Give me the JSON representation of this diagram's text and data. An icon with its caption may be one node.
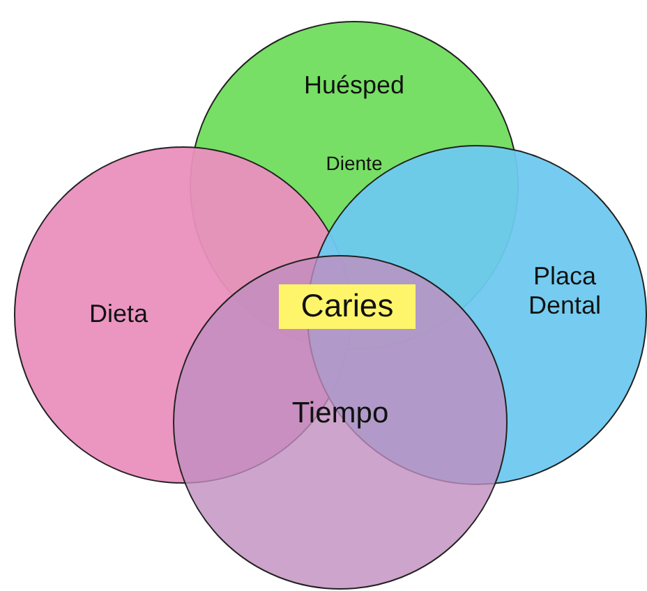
{
  "diagram": {
    "nodes": [
      {
        "text": [
          "Huésped",
          "Diente"
        ]
      },
      {
        "text": [
          "Dieta"
        ]
      },
      {
        "text": [
          "Placa Dental"
        ]
      },
      {
        "text": [
          "Tiempo"
        ]
      },
      {
        "text": [
          "Caries"
        ]
      }
    ]
  }
}
